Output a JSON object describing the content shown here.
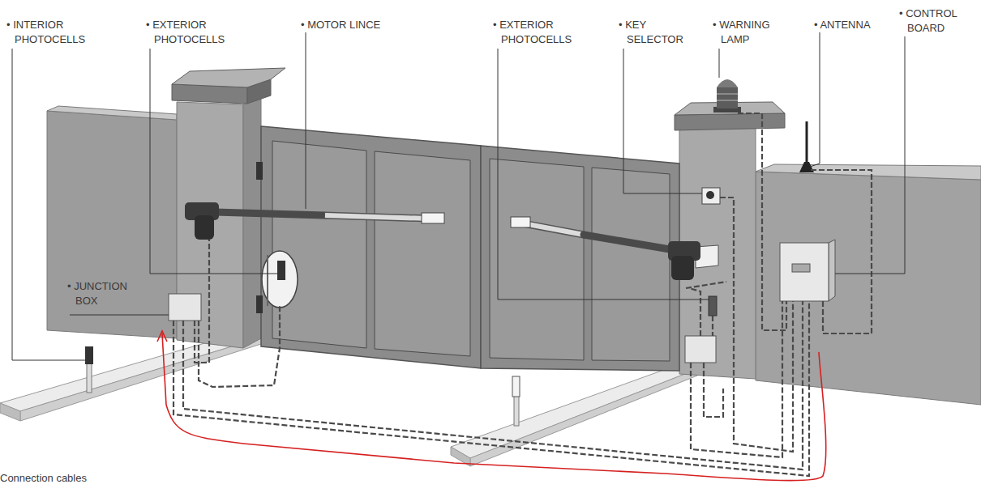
{
  "diagram": {
    "labels": [
      "• INTERIOR PHOTOCELLS",
      "• EXTERIOR PHOTOCELLS",
      "• MOTOR LINCE",
      "• EXTERIOR PHOTOCELLS",
      "• KEY SELECTOR",
      "• WARNING LAMP",
      "• ANTENNA",
      "• CONTROL BOARD",
      "• JUNCTION BOX",
      "Connection cables"
    ]
  }
}
